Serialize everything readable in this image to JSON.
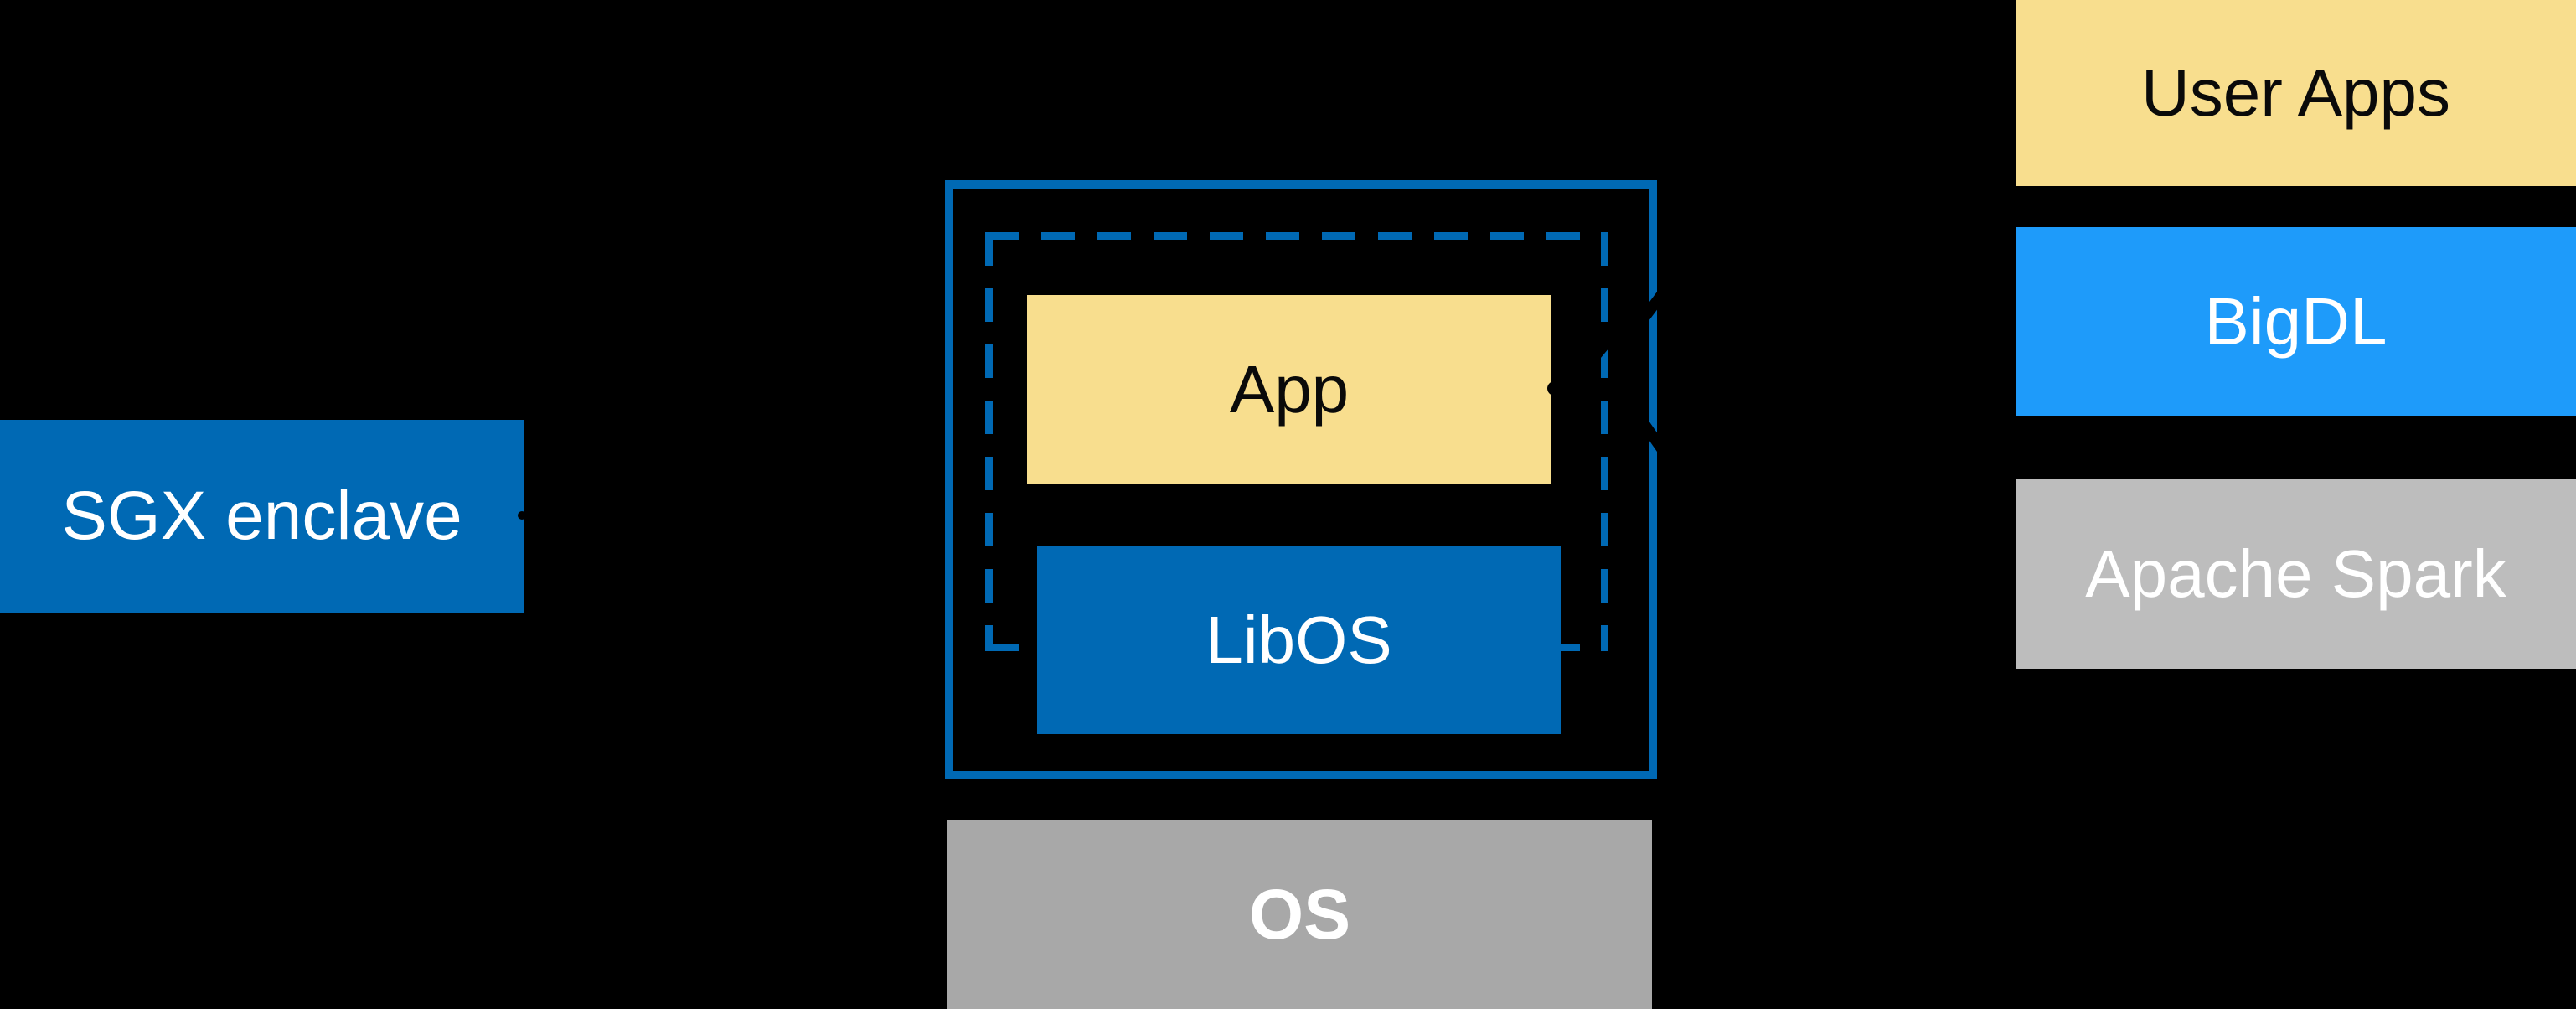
{
  "diagram": {
    "background": "#000000",
    "colors": {
      "intel_blue": "#0069b4",
      "bright_blue": "#1e9bfa",
      "yellow": "#f8de8e",
      "gray_light": "#bdbdbd",
      "gray_dark": "#a8a8a8",
      "text_dark": "#0a0a0a",
      "text_light": "#ffffff"
    },
    "nodes": {
      "sgx_enclave": {
        "label": "SGX enclave"
      },
      "enclave_box": {
        "app": {
          "label": "App"
        },
        "libos": {
          "label": "LibOS"
        }
      },
      "os": {
        "label": "OS"
      },
      "right_stack": {
        "user_apps": {
          "label": "User Apps"
        },
        "bigdl": {
          "label": "BigDL"
        },
        "apache_spark": {
          "label": "Apache Spark"
        }
      }
    }
  }
}
